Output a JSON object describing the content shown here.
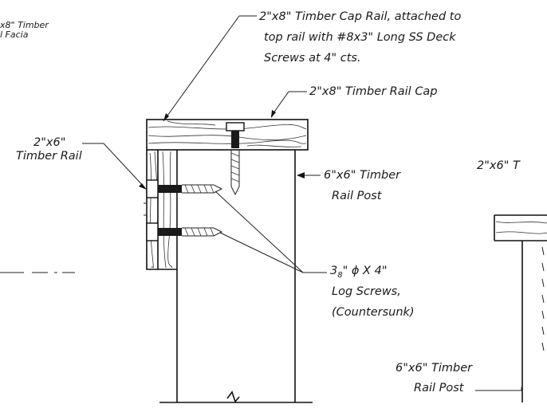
{
  "labels": {
    "facia_line1": "x8\" Timber",
    "facia_line2": "l Facia",
    "cap_rail_line1": "2\"x8\" Timber Cap Rail, attached to",
    "cap_rail_line2": "top rail with #8x3\" Long SS Deck",
    "cap_rail_line3": "Screws at 4\" cts.",
    "rail_cap": "2\"x8\" Timber Rail Cap",
    "timber_rail_line1": "2\"x6\"",
    "timber_rail_line2": "Timber Rail",
    "rail_post_line1": "6\"x6\" Timber",
    "rail_post_line2": "Rail Post",
    "right_timber": "2\"x6\" T",
    "log_screws_line1": "3",
    "log_screws_line1b": "8",
    "log_screws_line1c": "\" ϕ X 4\"",
    "log_screws_line2": "Log Screws,",
    "log_screws_line3": "(Countersunk)",
    "right_post_line1": "6\"x6\" Timber",
    "right_post_line2": "Rail Post"
  },
  "colors": {
    "ink": "#111111",
    "paper": "#ffffff",
    "bolt": "#1a1a1a"
  }
}
